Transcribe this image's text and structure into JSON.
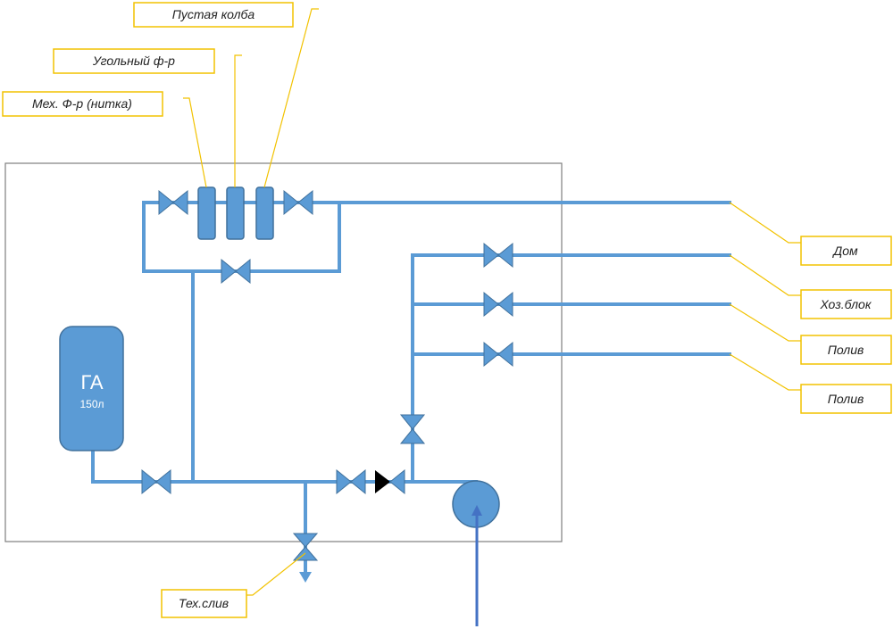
{
  "colors": {
    "pipe": "#5b9bd5",
    "component_fill": "#5b9bd5",
    "component_stroke": "#41719c",
    "inlet_arrow": "#4472c4",
    "callout_border": "#f2c200",
    "callout_line": "#f2c200",
    "enclosure": "#7f7f7f",
    "check_valve": "#000000"
  },
  "labels": {
    "empty_flask": "Пустая колба",
    "carbon_filter": "Угольный ф-р",
    "mech_filter": "Мех. Ф-р (нитка)",
    "house": "Дом",
    "utility_block": "Хоз.блок",
    "watering_1": "Полив",
    "watering_2": "Полив",
    "tech_drain": "Тех.слив"
  },
  "tank": {
    "title": "ГА",
    "volume": "150л"
  }
}
